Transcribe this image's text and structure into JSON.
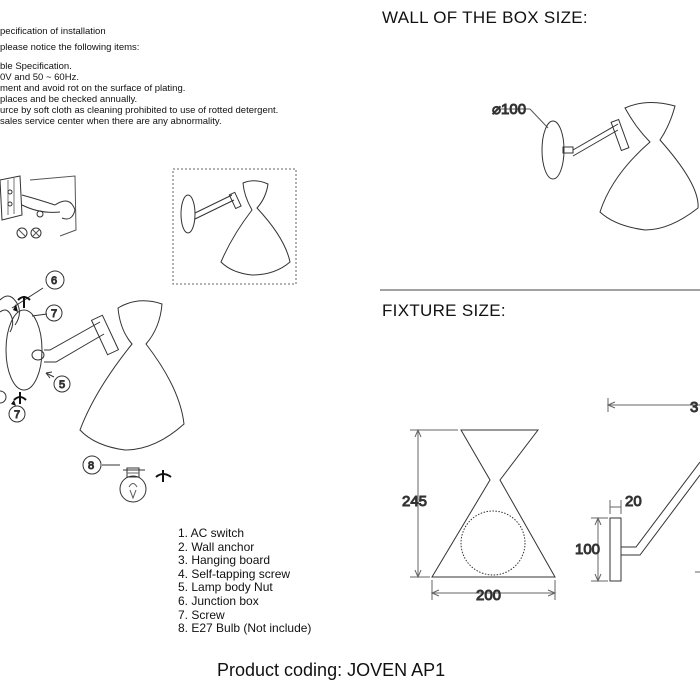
{
  "instructions": {
    "lines": [
      "pecification of installation",
      "please notice the following items:",
      "ble Specification.",
      "0V and 50 ~ 60Hz.",
      "ment and avoid rot on the surface of plating.",
      " places and be checked annually.",
      "urce by soft cloth as cleaning prohibited to use of rotted detergent.",
      " sales service center when there are any abnormality."
    ]
  },
  "headings": {
    "box_size": "WALL OF THE BOX SIZE:",
    "fixture_size": "FIXTURE SIZE:"
  },
  "dimensions": {
    "box_diameter": "⌀100",
    "height": "245",
    "width": "200",
    "base_height": "100",
    "arm_offset": "20",
    "projection_partial": "3"
  },
  "callouts": {
    "c5": "5",
    "c6": "6",
    "c7a": "7",
    "c7b": "7",
    "c8": "8"
  },
  "parts_list": [
    "1. AC switch",
    "2. Wall anchor",
    "3. Hanging board",
    "4. Self-tapping screw",
    "5. Lamp body Nut",
    "6. Junction box",
    "7. Screw",
    "8. E27 Bulb (Not include)"
  ],
  "product_coding": "Product coding: JOVEN AP1",
  "colors": {
    "line": "#333333",
    "dimension": "#555555",
    "background": "#ffffff"
  }
}
